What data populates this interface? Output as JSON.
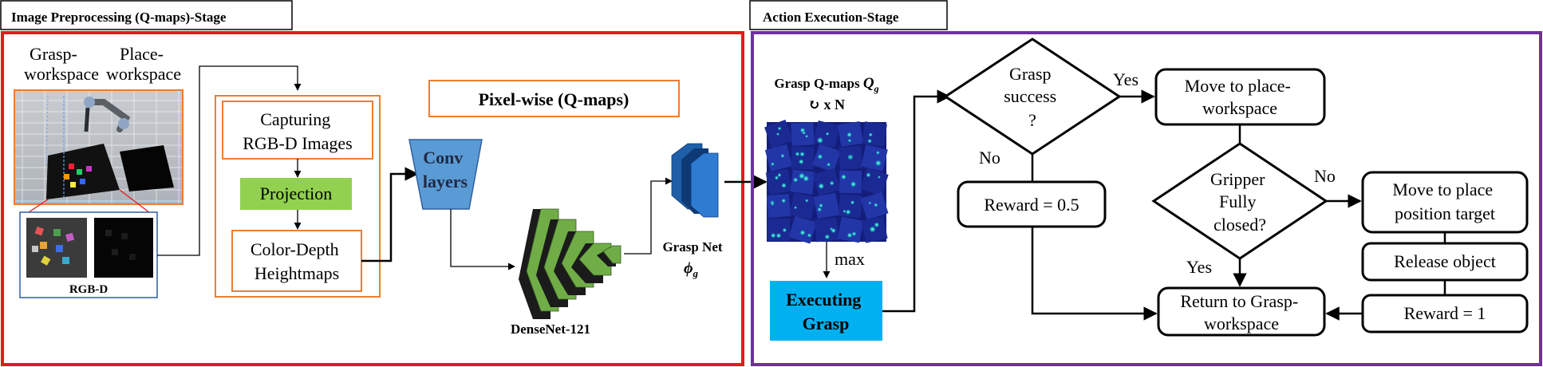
{
  "stages": {
    "left": {
      "title": "Image Preprocessing (Q-maps)-Stage"
    },
    "right": {
      "title": "Action Execution-Stage"
    }
  },
  "preprocessing": {
    "grasp_workspace_label": [
      "Grasp-",
      "workspace"
    ],
    "place_workspace_label": [
      "Place-",
      "workspace"
    ],
    "rgbd_label": "RGB-D",
    "capturing": [
      "Capturing",
      "RGB-D Images"
    ],
    "projection": "Projection",
    "heightmaps": [
      "Color-Depth",
      "Heightmaps"
    ],
    "pixelwise": "Pixel-wise (Q-maps)",
    "conv": [
      "Conv",
      "layers"
    ],
    "densenet": "DenseNet-121",
    "grasp_net": "Grasp Net",
    "grasp_net_symbol": "ϕ",
    "grasp_net_sub": "g"
  },
  "execution": {
    "qmaps_title": "Grasp Q-maps ",
    "qmaps_symbol": "Q",
    "qmaps_sub": "g",
    "qmaps_repeat": "↻ x  N",
    "max_label": "max",
    "executing": [
      "Executing",
      "Grasp"
    ],
    "grasp_success": [
      "Grasp",
      "success",
      "?"
    ],
    "yes1": "Yes",
    "no1": "No",
    "move_place_ws": [
      "Move to place-",
      "workspace"
    ],
    "reward_half": "Reward = 0.5",
    "gripper_closed": [
      "Gripper",
      "Fully",
      "closed?"
    ],
    "no2": "No",
    "yes2": "Yes",
    "move_place_target": [
      "Move to place",
      "position target"
    ],
    "release": "Release object",
    "return_grasp": [
      "Return to Grasp-",
      "workspace"
    ],
    "reward_one": "Reward = 1"
  },
  "colors": {
    "left_border": "#e41b1b",
    "right_border": "#7030a0",
    "orange": "#ed7d31",
    "projection_fill": "#92d050",
    "conv_fill": "#5b9bd5",
    "executing_fill": "#00b0f0",
    "blue_frame": "#2e5fa3",
    "densenet_green": "#70ad47"
  }
}
